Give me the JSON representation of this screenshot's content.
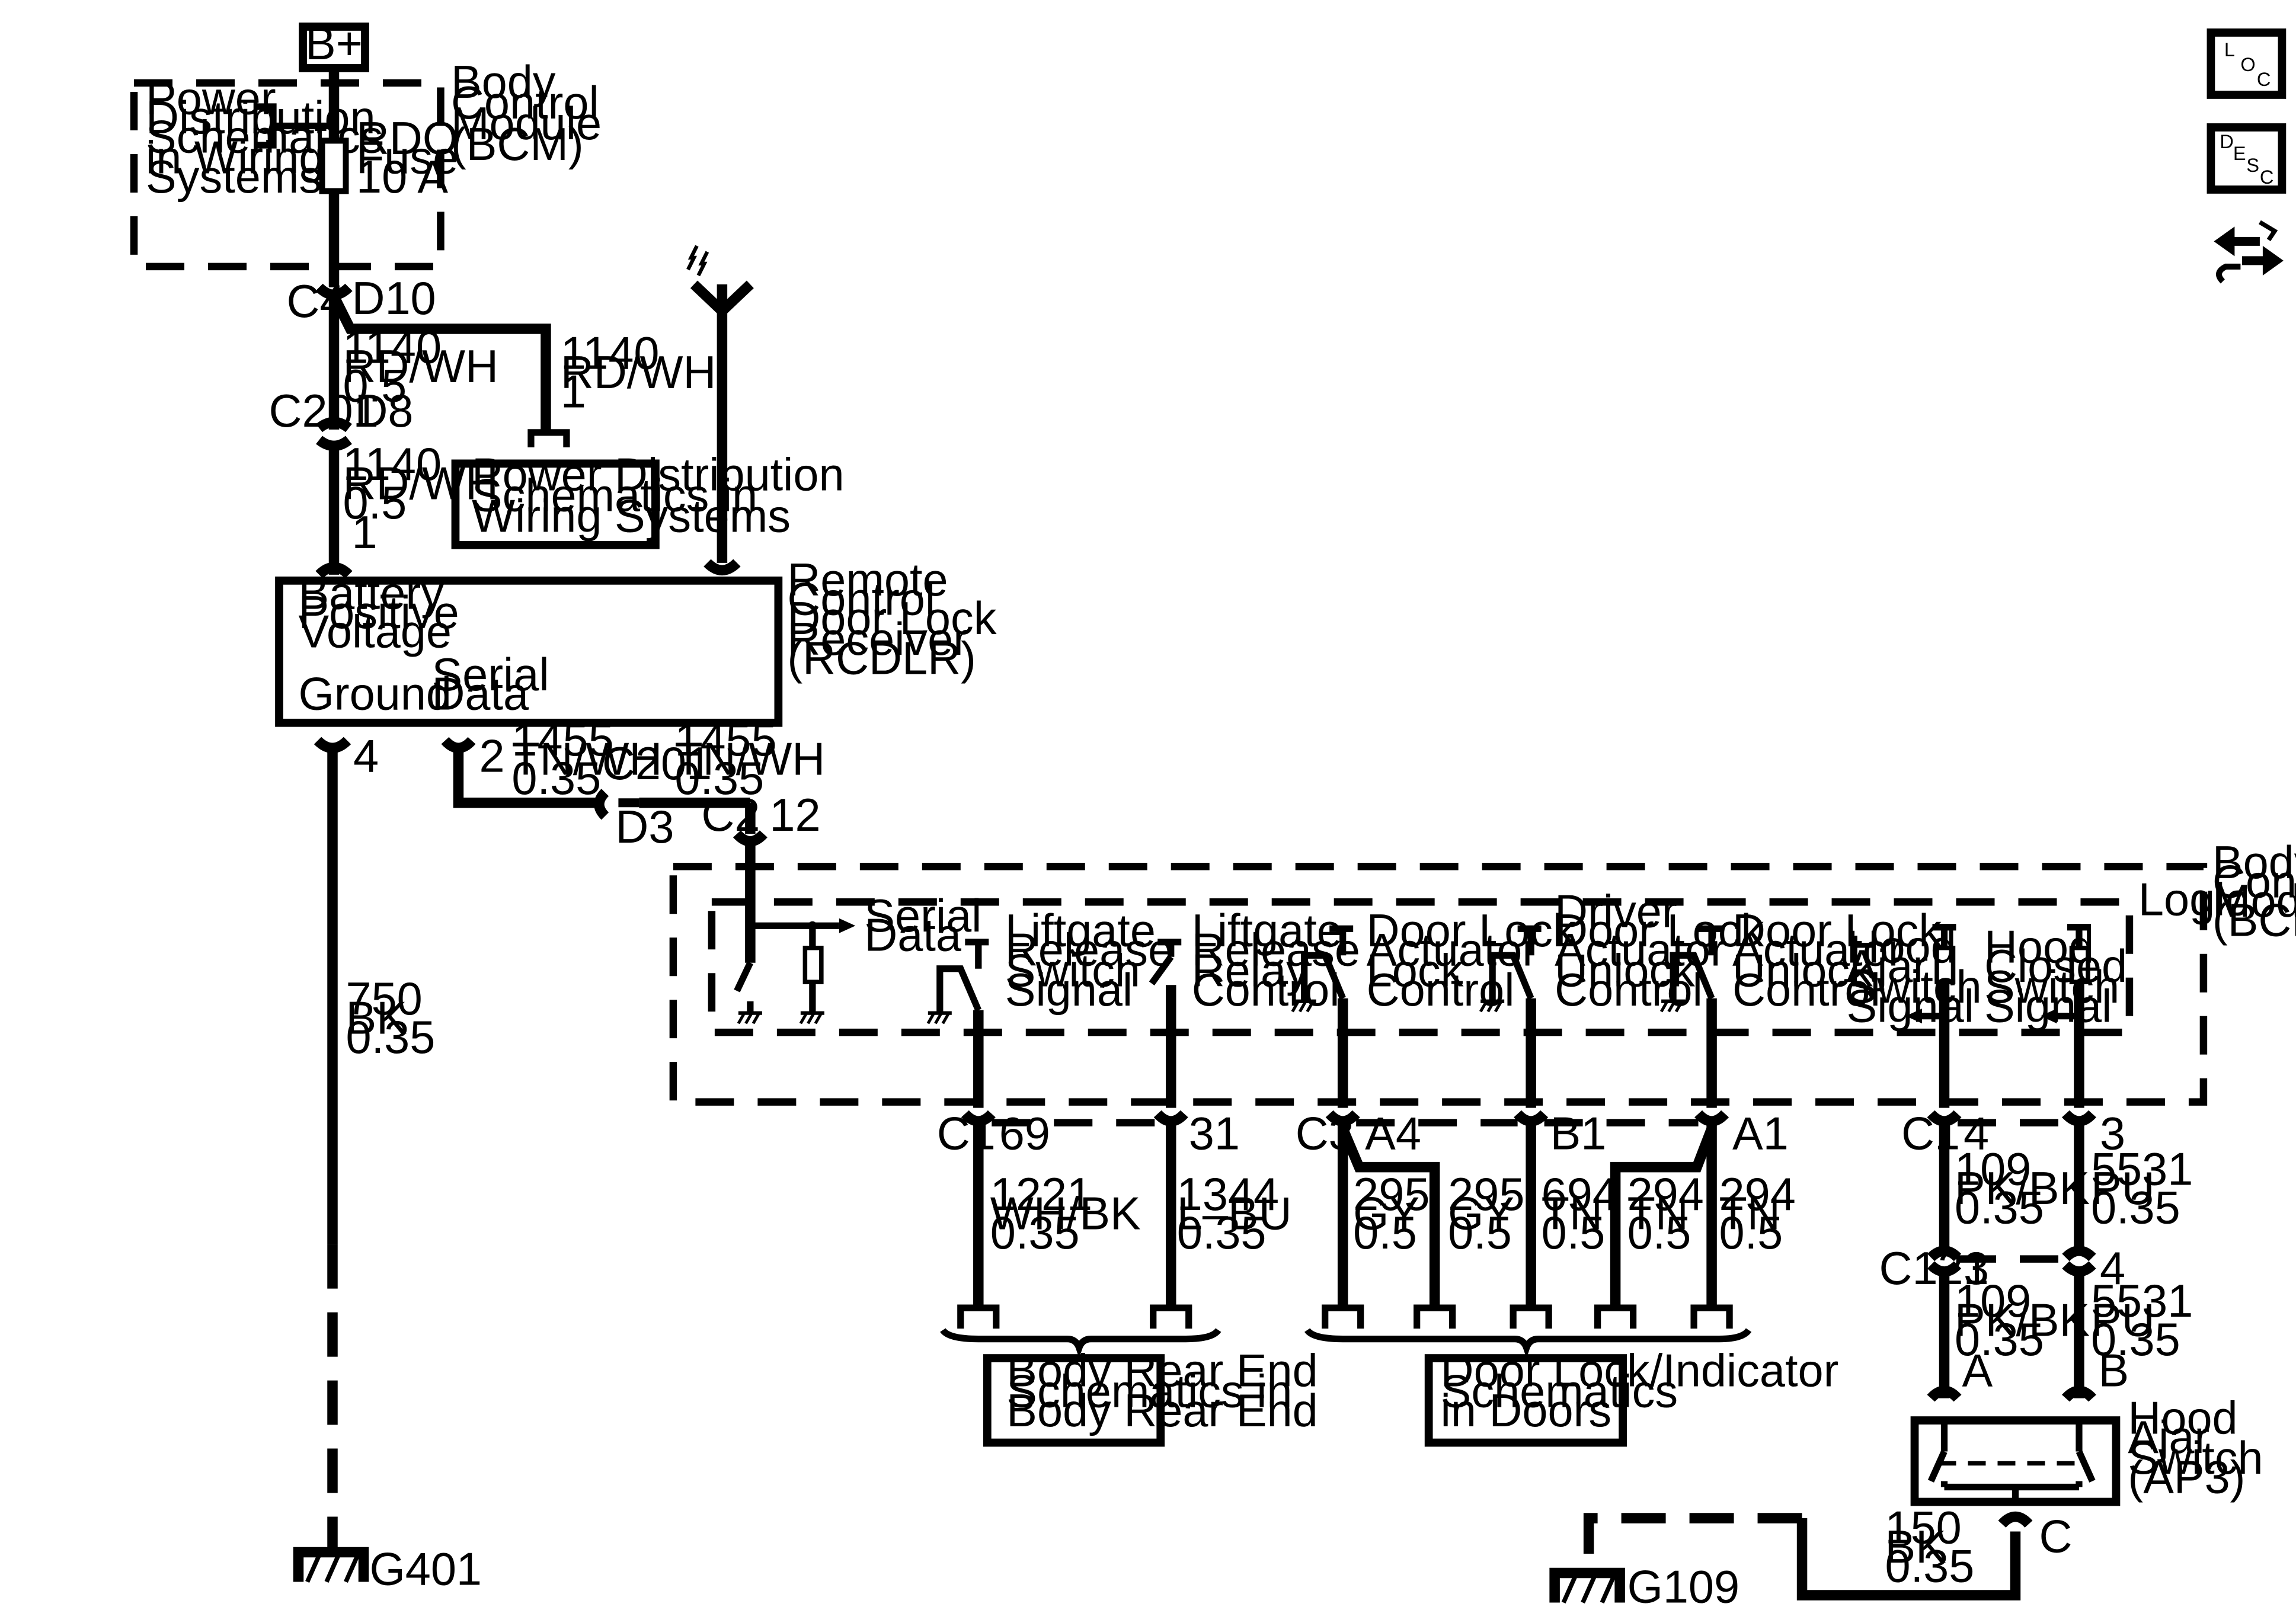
{
  "battery": {
    "label": "B+"
  },
  "bcm_top": {
    "module": [
      "Body",
      "Control",
      "Module",
      "(BCM)"
    ],
    "power_ref": [
      "Power",
      "Distribution",
      "Schematics",
      "in Wiring",
      "Systems"
    ],
    "fuse": [
      "RDO",
      "Fuse",
      "10 A"
    ]
  },
  "connectors": {
    "c4": "C4",
    "d10": "D10",
    "c201a": "C201",
    "d8": "D8",
    "pin1": "1",
    "pin4": "4",
    "pin2": "2",
    "c201b": "C201",
    "d3": "D3",
    "c2": "C2",
    "pin12": "12",
    "c1a": "C1",
    "p69": "69",
    "p31": "31",
    "c3": "C3",
    "a4": "A4",
    "b1": "B1",
    "a1": "A1",
    "c1b": "C1",
    "p4": "4",
    "p3": "3",
    "c121": "C121",
    "q3": "3",
    "q4": "4",
    "pa": "A",
    "pb": "B",
    "pc": "C"
  },
  "wires": {
    "w1140a": [
      "1140",
      "RD/WH",
      "0.5"
    ],
    "w1140b": [
      "1140",
      "RD/WH",
      "1"
    ],
    "w1140c": [
      "1140",
      "RD/WH",
      "0.5"
    ],
    "w1455a": [
      "1455",
      "TN/WH",
      "0.35"
    ],
    "w1455b": [
      "1455",
      "TN/WH",
      "0.35"
    ],
    "w750": [
      "750",
      "BK",
      "0.35"
    ],
    "w1221": [
      "1221",
      "WH/BK",
      "0.35"
    ],
    "w1344": [
      "1344",
      "L–BU",
      "0.35"
    ],
    "w295a": [
      "295",
      "GY",
      "0.5"
    ],
    "w295b": [
      "295",
      "GY",
      "0.5"
    ],
    "w694": [
      "694",
      "TN",
      "0.5"
    ],
    "w294a": [
      "294",
      "TN",
      "0.5"
    ],
    "w294b": [
      "294",
      "TN",
      "0.5"
    ],
    "w109a": [
      "109",
      "PK/BK",
      "0.35"
    ],
    "w5531a": [
      "5531",
      "PU",
      "0.35"
    ],
    "w109b": [
      "109",
      "PK/BK",
      "0.35"
    ],
    "w5531b": [
      "5531",
      "PU",
      "0.35"
    ],
    "w150": [
      "150",
      "BK",
      "0.35"
    ]
  },
  "power_dist_box": [
    "Power Distribution",
    "Schematics in",
    "Wiring Systems"
  ],
  "rcdlr": {
    "title": [
      "Remote",
      "Control",
      "Door Lock",
      "Receiver",
      "(RCDLR)"
    ],
    "battery": [
      "Battery",
      "Positive",
      "Voltage"
    ],
    "ground": "Ground",
    "serial": [
      "Serial",
      "Data"
    ]
  },
  "bcm_main": {
    "title": [
      "Body",
      "Control",
      "Module",
      "(BCM)"
    ],
    "logic": "Logic",
    "serial": [
      "Serial",
      "Data"
    ],
    "liftgate_switch": [
      "Liftgate",
      "Release",
      "Switch",
      "Signal"
    ],
    "liftgate_relay": [
      "Liftgate",
      "Release",
      "Relay",
      "Control"
    ],
    "lock": [
      "Door Lock",
      "Actuator",
      "Lock",
      "Control"
    ],
    "driver_unlock": [
      "Driver",
      "Door Lock",
      "Actuator",
      "Unlock",
      "Control"
    ],
    "unlock": [
      "Door Lock",
      "Actuator",
      "Unlock",
      "Control"
    ],
    "hood_ajar": [
      "Hood",
      "Ajar",
      "Switch",
      "Signal"
    ],
    "hood_closed": [
      "Hood",
      "Closed",
      "Switch",
      "Signal"
    ]
  },
  "refs": {
    "body_rear": [
      "Body Rear End",
      "Schematics in",
      "Body Rear End"
    ],
    "door_lock": [
      "Door Lock/Indicator",
      "Schematics",
      "in Doors"
    ]
  },
  "hood_switch": [
    "Hood",
    "Ajar",
    "Switch",
    "(AP3)"
  ],
  "grounds": {
    "g401": "G401",
    "g109": "G109"
  },
  "icons": {
    "loc": [
      "L",
      "O",
      "C"
    ],
    "desc": [
      "D",
      "E",
      "S",
      "C"
    ]
  }
}
